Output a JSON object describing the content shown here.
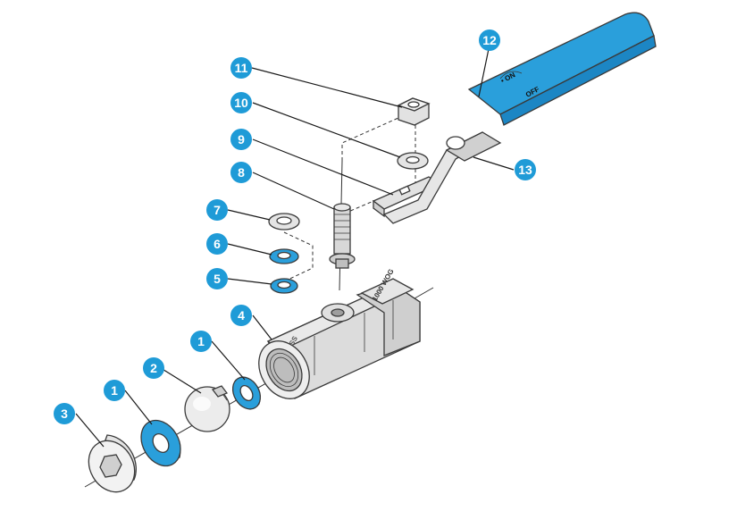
{
  "colors": {
    "accent": "#2a9fdb",
    "badge": "#1f9bd7",
    "metal": "#d8d8d8",
    "outline": "#3a3a3a"
  },
  "badges": [
    {
      "id": "b11",
      "num": "11"
    },
    {
      "id": "b10",
      "num": "10"
    },
    {
      "id": "b9",
      "num": "9"
    },
    {
      "id": "b8",
      "num": "8"
    },
    {
      "id": "b7",
      "num": "7"
    },
    {
      "id": "b6",
      "num": "6"
    },
    {
      "id": "b5",
      "num": "5"
    },
    {
      "id": "b4",
      "num": "4"
    },
    {
      "id": "b1a",
      "num": "1"
    },
    {
      "id": "b2",
      "num": "2"
    },
    {
      "id": "b1b",
      "num": "1"
    },
    {
      "id": "b3",
      "num": "3"
    },
    {
      "id": "b12",
      "num": "12"
    },
    {
      "id": "b13",
      "num": "13"
    }
  ],
  "handle_text": {
    "on": "• ON",
    "off": "OFF"
  },
  "body_text": {
    "cwp": "1000 WOG",
    "brand": "SS"
  }
}
